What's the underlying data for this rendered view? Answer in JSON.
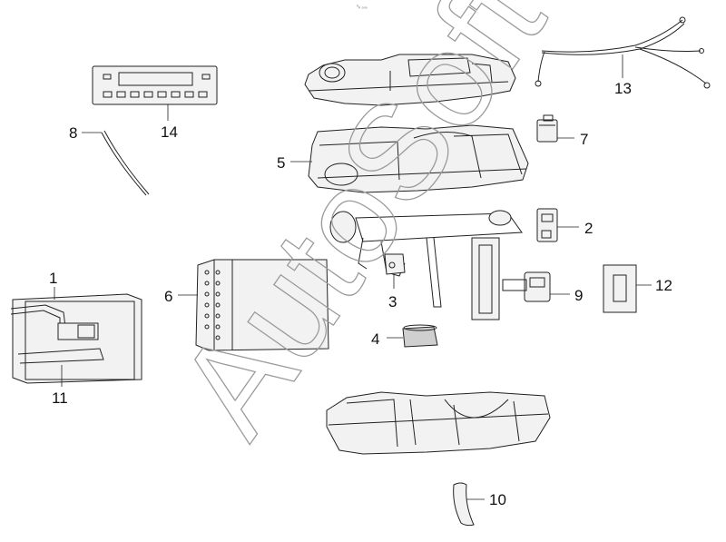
{
  "header_mark": "⁰ₚ ₀₀₀",
  "watermark": "AutoSoft",
  "callouts": {
    "c1": "1",
    "c2": "2",
    "c3": "3",
    "c4": "4",
    "c5": "5",
    "c6": "6",
    "c7": "7",
    "c8": "8",
    "c9": "9",
    "c10": "10",
    "c11": "11",
    "c12": "12",
    "c13": "13",
    "c14": "14"
  }
}
